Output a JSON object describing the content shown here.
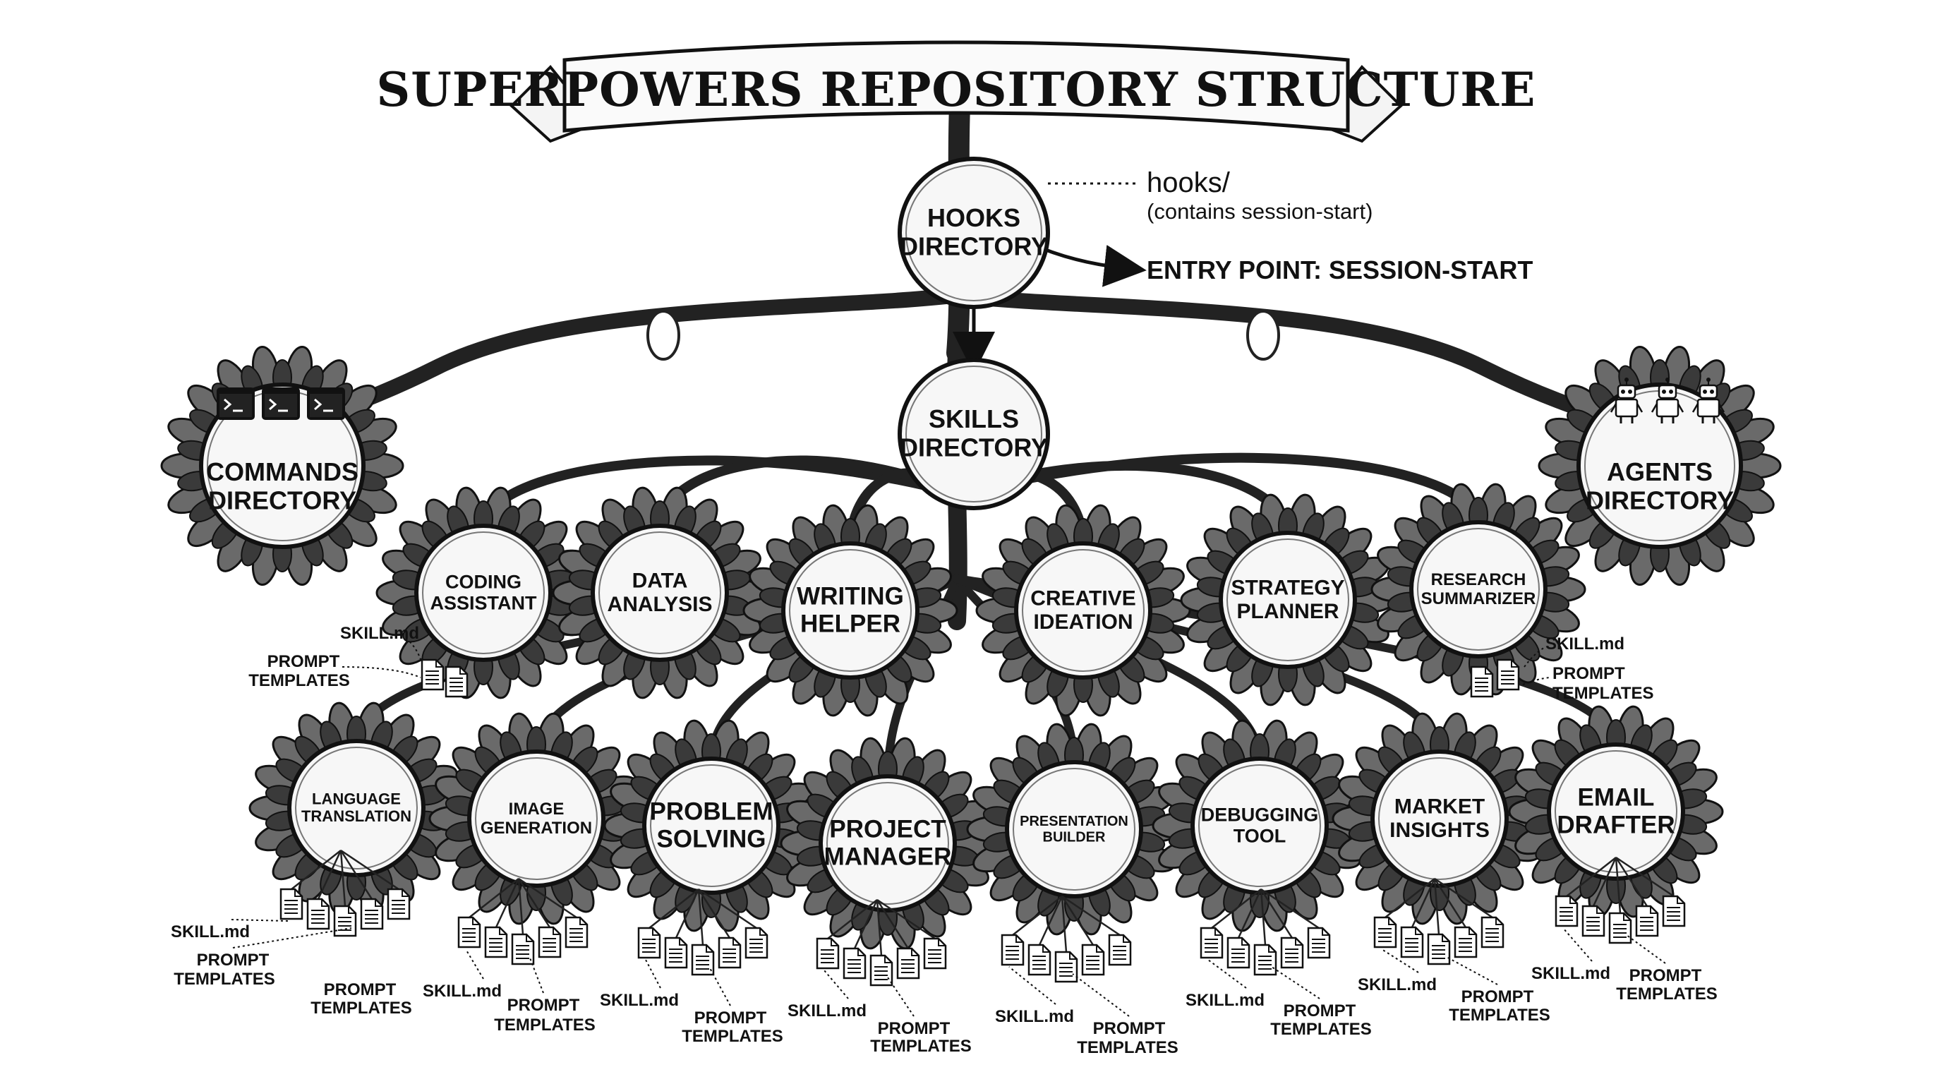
{
  "title": "SUPERPOWERS REPOSITORY STRUCTURE",
  "hooks": {
    "label": [
      "HOOKS",
      "DIRECTORY"
    ],
    "note_line1": "hooks/",
    "note_line2": "(contains session-start)",
    "entry_point": "ENTRY POINT: SESSION-START"
  },
  "skills": {
    "label": [
      "SKILLS",
      "DIRECTORY"
    ]
  },
  "commands": {
    "label": [
      "COMMANDS",
      "DIRECTORY"
    ]
  },
  "agents": {
    "label": [
      "AGENTS",
      "DIRECTORY"
    ]
  },
  "file_labels": {
    "skill": "SKILL.md",
    "prompt": [
      "PROMPT",
      "TEMPLATES"
    ]
  },
  "skill_row_1": [
    [
      "CODING",
      "ASSISTANT"
    ],
    [
      "DATA",
      "ANALYSIS"
    ],
    [
      "WRITING",
      "HELPER"
    ],
    [
      "CREATIVE",
      "IDEATION"
    ],
    [
      "STRATEGY",
      "PLANNER"
    ],
    [
      "RESEARCH",
      "SUMMARIZER"
    ]
  ],
  "skill_row_2": [
    [
      "LANGUAGE",
      "TRANSLATION"
    ],
    [
      "IMAGE",
      "GENERATION"
    ],
    [
      "PROBLEM",
      "SOLVING"
    ],
    [
      "PROJECT",
      "MANAGER"
    ],
    [
      "PRESENTATION",
      "BUILDER"
    ],
    [
      "DEBUGGING",
      "TOOL"
    ],
    [
      "MARKET",
      "INSIGHTS"
    ],
    [
      "EMAIL",
      "DRAFTER"
    ]
  ]
}
